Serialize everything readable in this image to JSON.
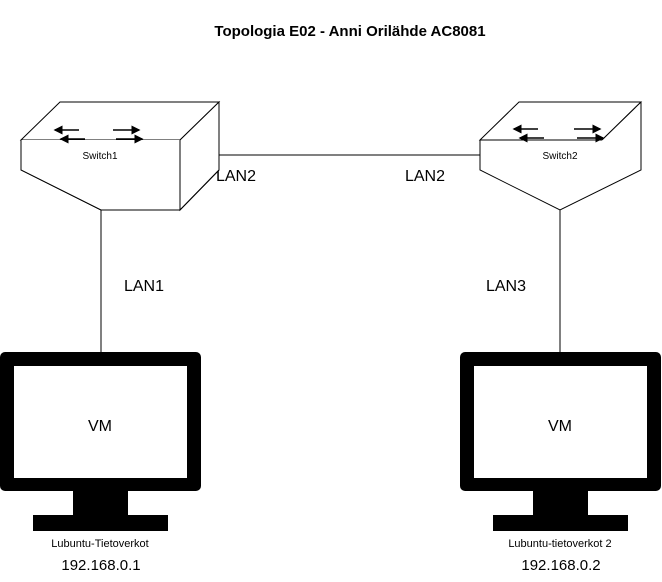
{
  "title": "Topologia E02 - Anni Orilähde AC8081",
  "switches": [
    {
      "label": "Switch1"
    },
    {
      "label": "Switch2"
    }
  ],
  "links": {
    "switch_link_left_label": "LAN2",
    "switch_link_right_label": "LAN2",
    "left_vm_link_label": "LAN1",
    "right_vm_link_label": "LAN3"
  },
  "vms": [
    {
      "screen_label": "VM",
      "hostname": "Lubuntu-Tietoverkot",
      "ip": "192.168.0.1"
    },
    {
      "screen_label": "VM",
      "hostname": "Lubuntu-tietoverkot 2",
      "ip": "192.168.0.2"
    }
  ],
  "colors": {
    "line": "#000000",
    "fill": "#ffffff",
    "monitor": "#000000"
  }
}
